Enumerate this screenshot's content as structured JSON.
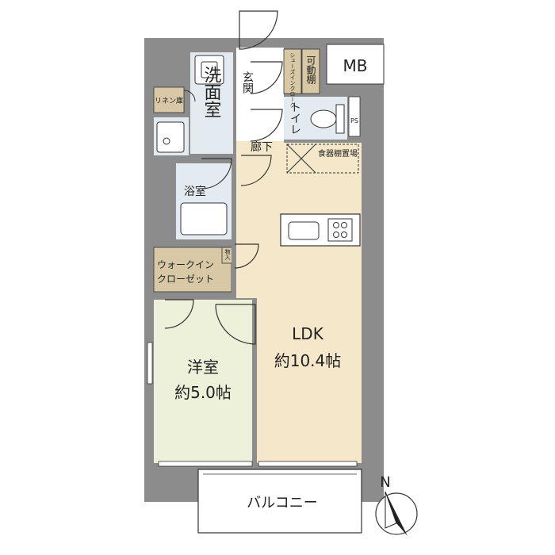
{
  "labels": {
    "mb": "MB",
    "entrance": "玄関",
    "shoe_closet": "シューズインクローク",
    "movable_shelf": "可動棚",
    "toilet": "トイレ",
    "ps": "PS",
    "hallway": "廊下",
    "dish_shelf": "食器棚置場",
    "linen": "リネン庫",
    "washroom": "洗面室",
    "bath": "浴室",
    "storage": "物入",
    "wic_line1": "ウォークイン",
    "wic_line2": "クローゼット",
    "ldk_name": "LDK",
    "ldk_size": "約10.4帖",
    "bedroom_name": "洋室",
    "bedroom_size": "約5.0帖",
    "balcony": "バルコニー",
    "north": "N"
  },
  "colors": {
    "wall": "#8c8c8c",
    "ldk_floor": "#f5e7c9",
    "bedroom_floor": "#eef1d9",
    "wet_area": "#e3ebf0",
    "closet": "#d8c8a6",
    "line": "#333333"
  }
}
